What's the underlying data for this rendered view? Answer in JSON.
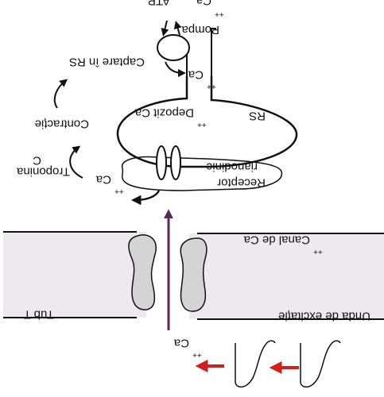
{
  "labels": {
    "pump": "Pompa",
    "atp": "ATP",
    "ca_pump_out": "Ca",
    "ca_pump_out_charge": "++",
    "capture": "Captare în RS",
    "contraction": "Contracție",
    "troponin": "Troponina",
    "troponin_c": "C",
    "store": "Depozit Ca",
    "store_charge": "++",
    "rs": "RS",
    "ca_in_rs": "Ca",
    "ca_in_rs_charge": "++",
    "receptor": "Receptor",
    "ryanodine": "rianodinic",
    "ca_released": "Ca",
    "ca_released_charge": "++",
    "channel": "Canal de Ca",
    "channel_charge": "++",
    "t_tubule": "Tub T",
    "excitation_wave": "Unda de excitație",
    "ca_entry": "Ca",
    "ca_entry_charge": "++"
  },
  "colors": {
    "stroke": "#111111",
    "tubule_fill": "#eee9ef",
    "channel_fill": "#d4d4d4",
    "influx_arrow": "#5a2a55",
    "wave_arrow": "#d11f1f"
  }
}
